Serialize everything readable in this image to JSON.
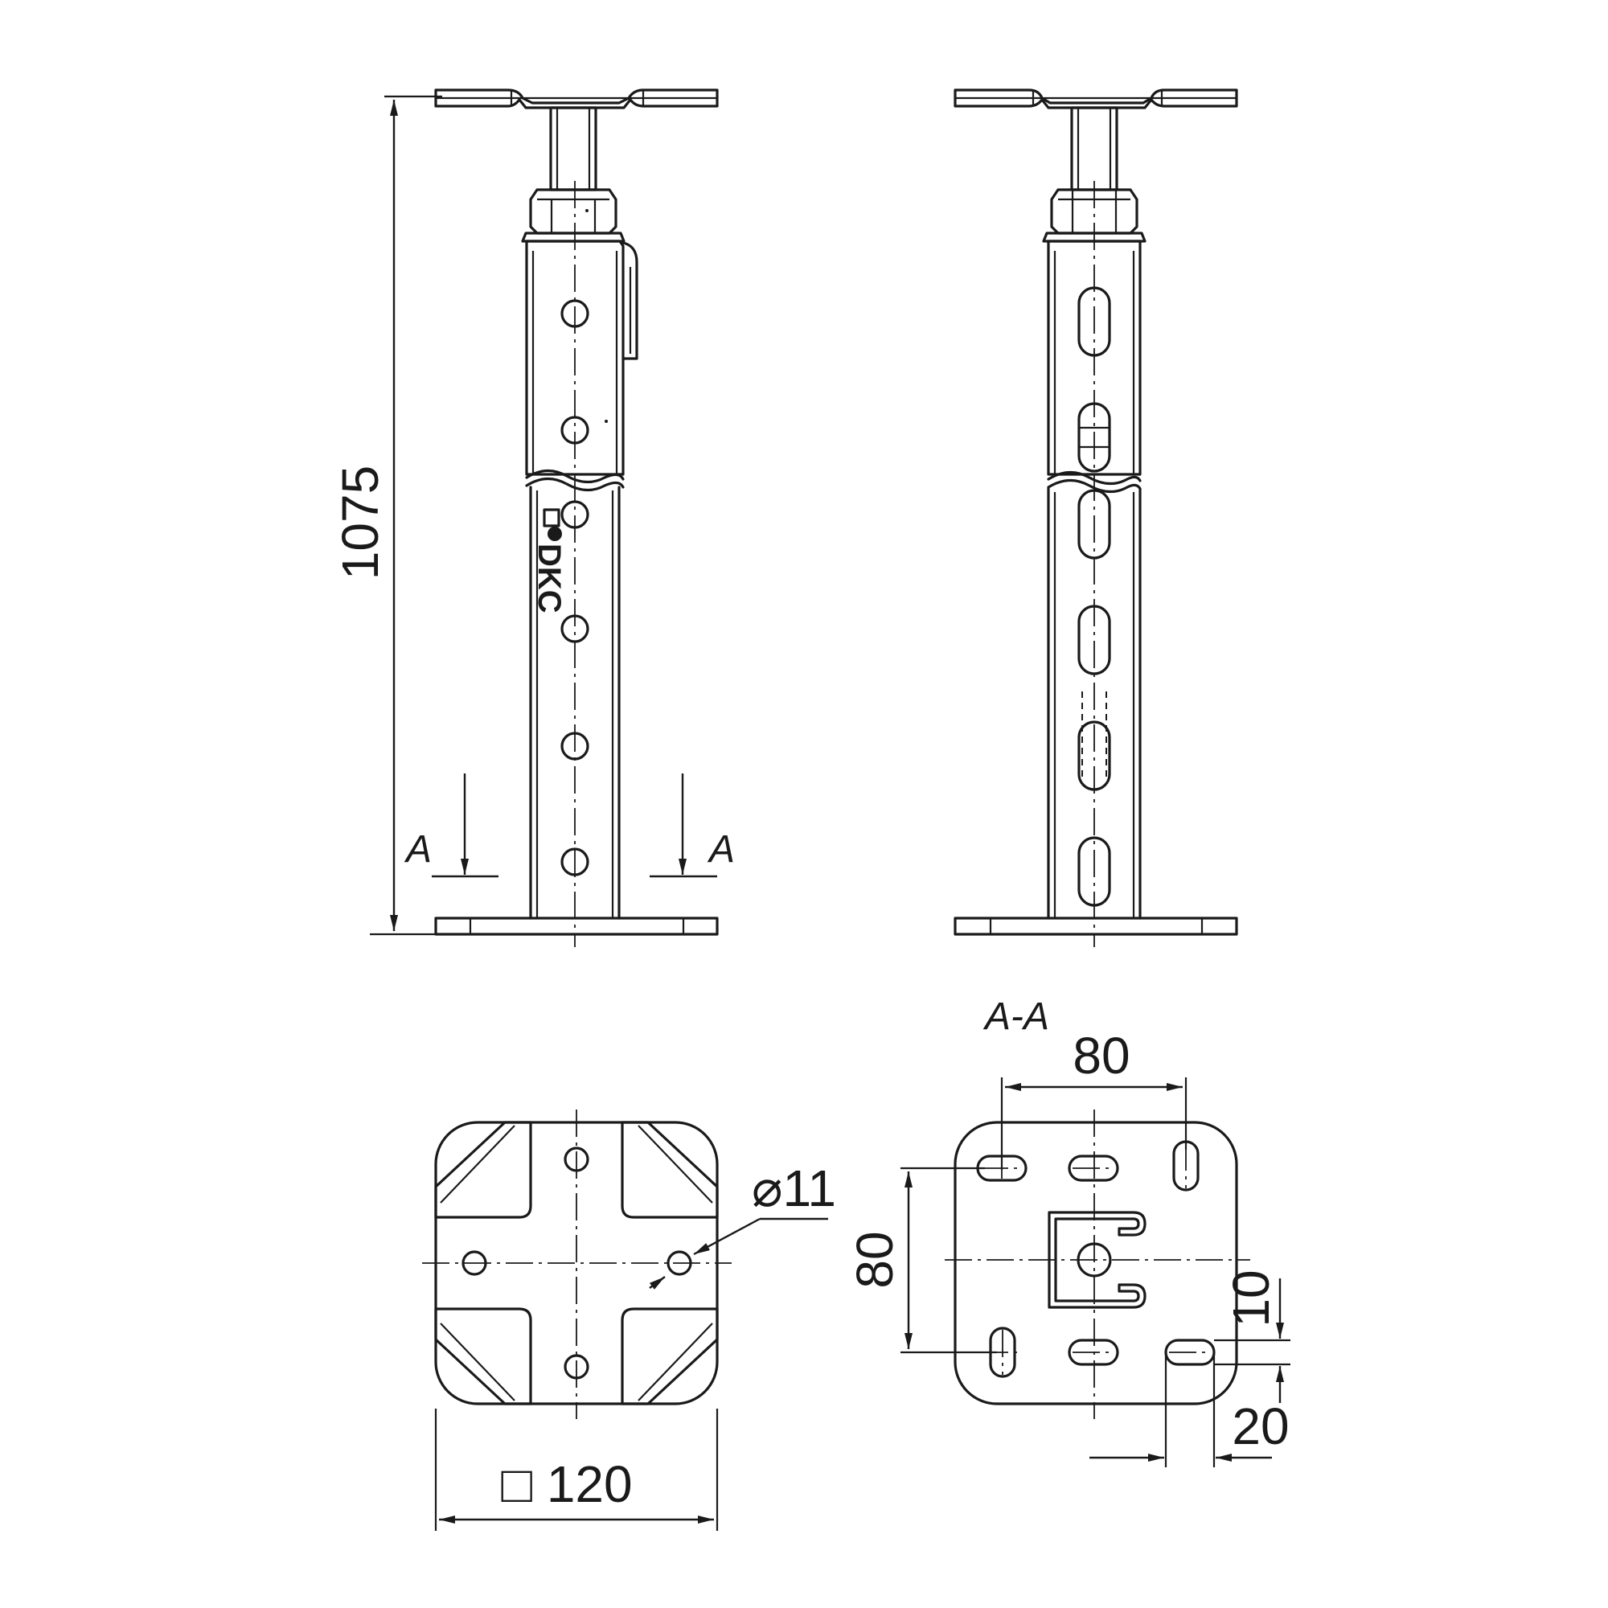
{
  "dimensions": {
    "height": "1075",
    "base_square": "□ 120",
    "hole_diameter": "⌀11",
    "slot_spacing_x": "80",
    "slot_spacing_y": "80",
    "slot_offset": "10",
    "slot_length": "20"
  },
  "labels": {
    "section_mark_left": "A",
    "section_mark_right": "A",
    "section_title": "A-A",
    "logo": "DKC"
  }
}
